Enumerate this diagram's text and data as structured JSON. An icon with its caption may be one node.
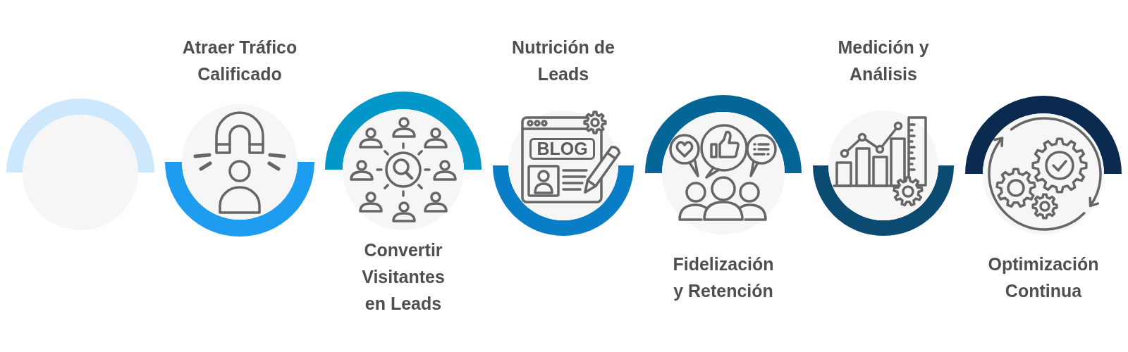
{
  "diagram": {
    "nodes": [
      {
        "text": [],
        "shape": "circle"
      },
      {
        "text": [
          "Atraer Tráfico Calificado"
        ]
      },
      {
        "text": [
          "Convertir Visitantes en Leads"
        ]
      },
      {
        "text": [
          "Nutrición de Leads",
          "BLOG"
        ]
      },
      {
        "text": [
          "Fidelización y Retención"
        ]
      },
      {
        "text": [
          "Medición y Análisis"
        ]
      },
      {
        "text": [
          "Optimización Continua"
        ]
      }
    ]
  }
}
